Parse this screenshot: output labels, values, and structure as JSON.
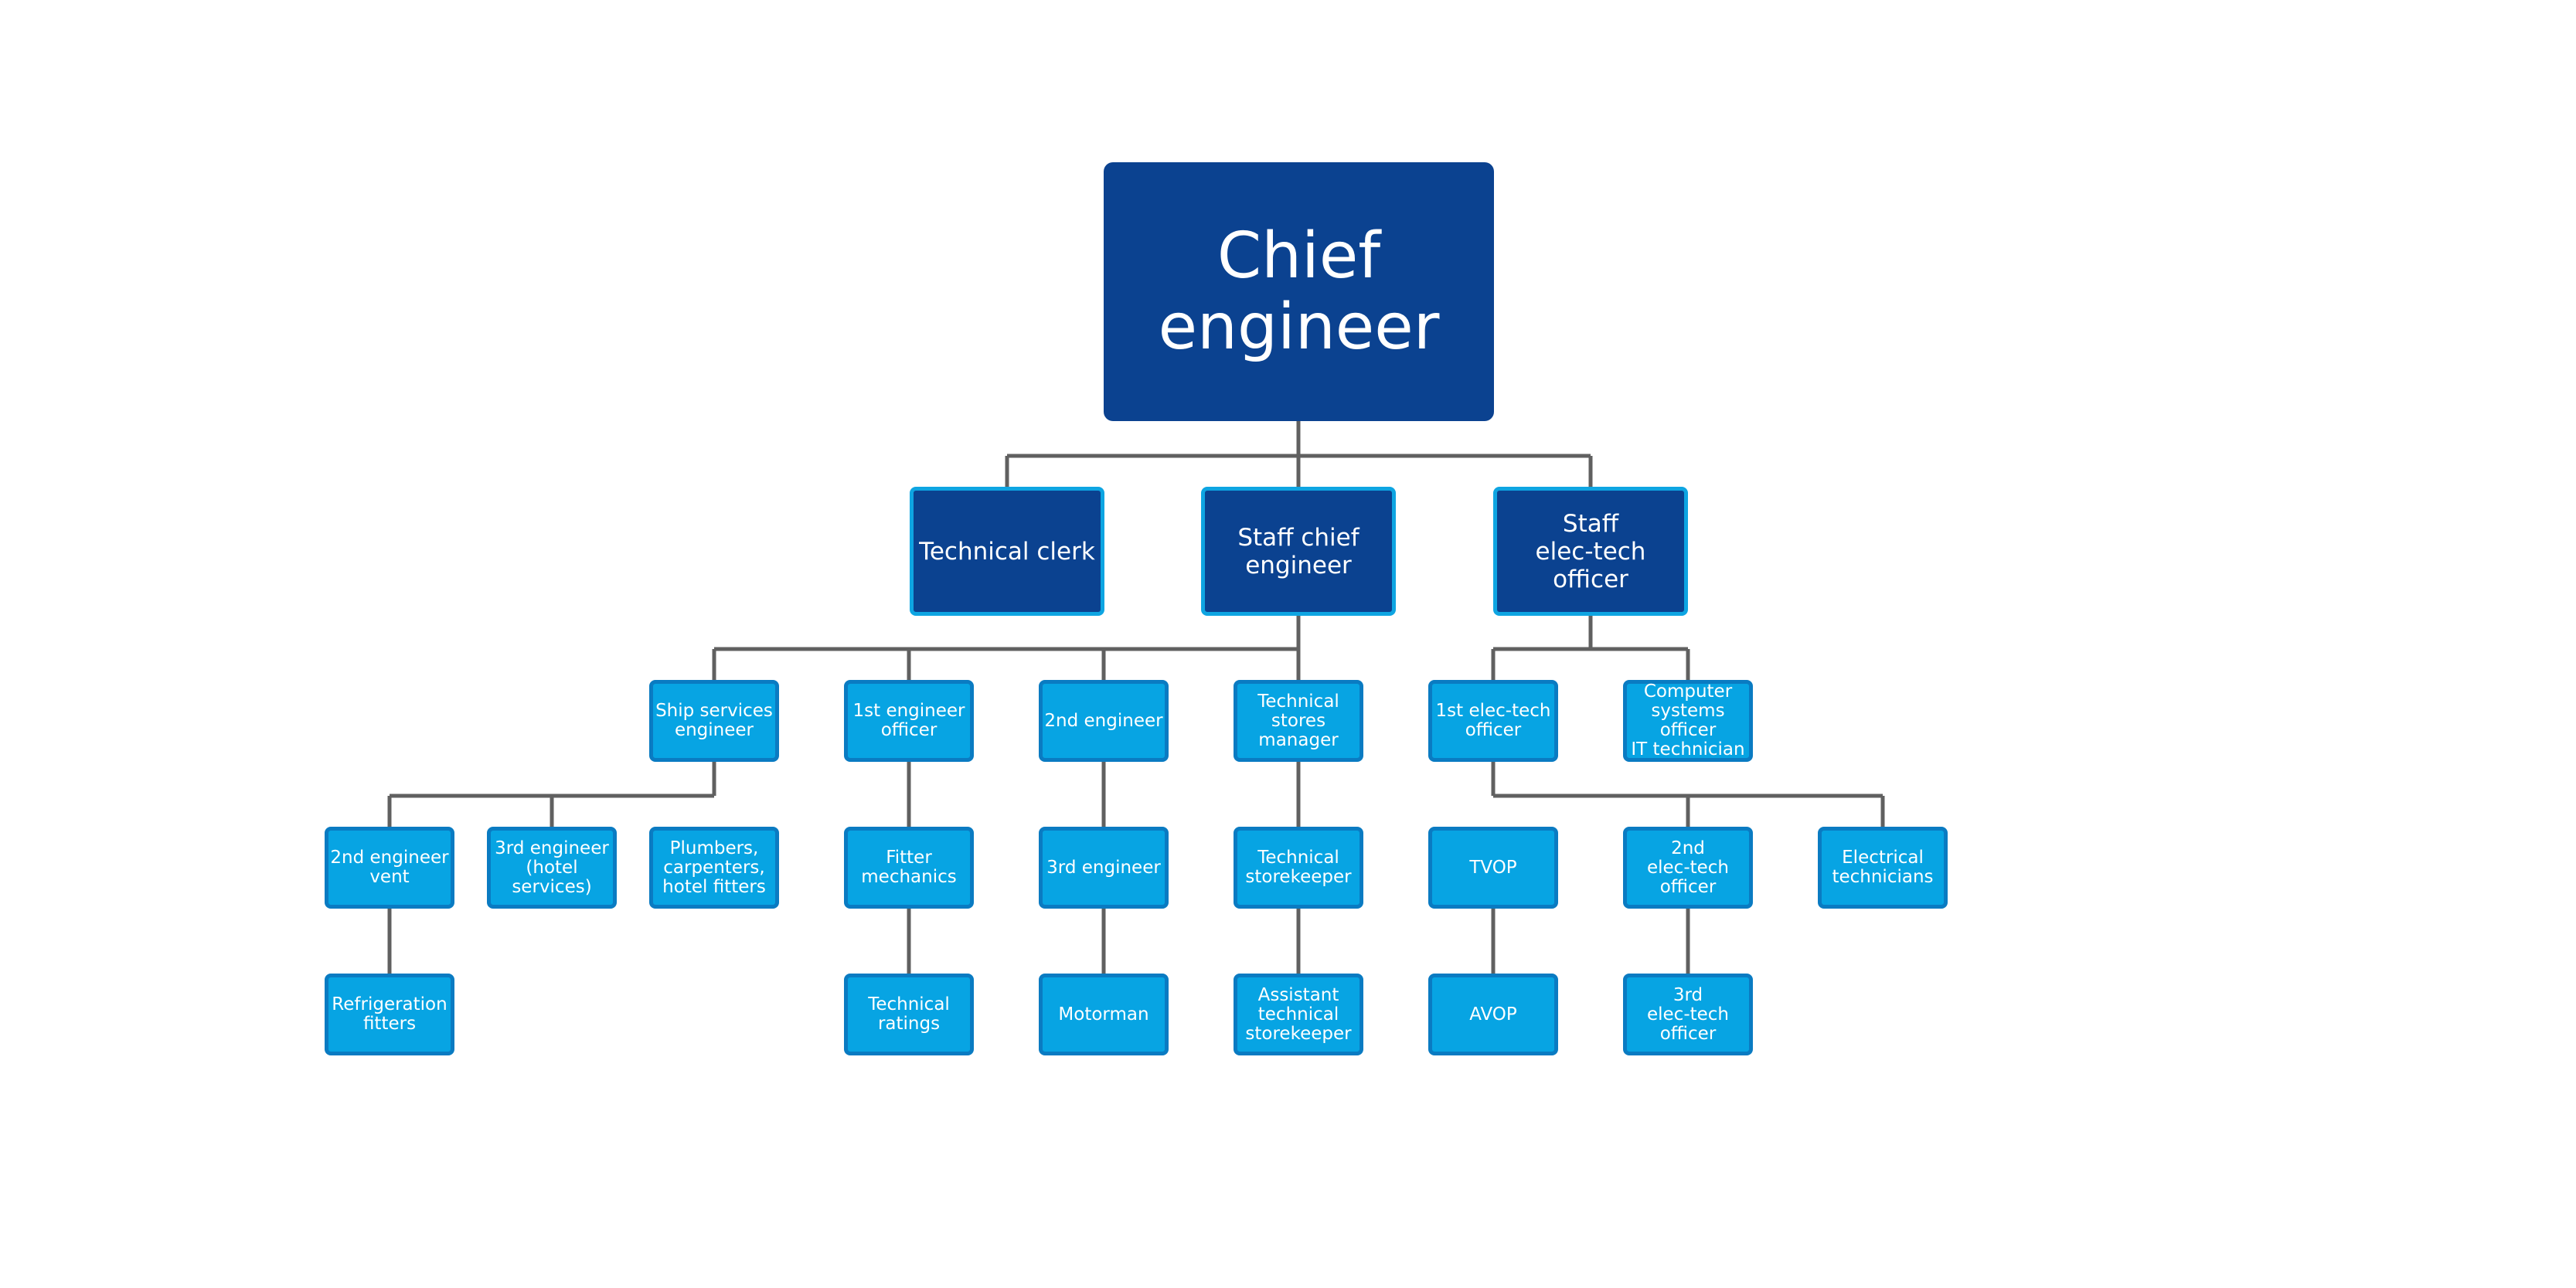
{
  "org_chart": {
    "root": "Chief\nengineer",
    "technical_clerk": "Technical clerk",
    "staff_chief_engineer": "Staff chief\nengineer",
    "staff_elec_tech_officer": "Staff\nelec-tech\nofficer",
    "ship_services_engineer": "Ship services\nengineer",
    "first_engineer_officer": "1st engineer\nofficer",
    "second_engineer": "2nd engineer",
    "technical_stores_manager": "Technical\nstores\nmanager",
    "first_elec_tech_officer": "1st elec-tech\nofficer",
    "computer_systems_officer": "Computer\nsystems officer\nIT technician",
    "second_engineer_vent": "2nd engineer\nvent",
    "third_engineer_hotel": "3rd engineer\n(hotel\nservices)",
    "plumbers": "Plumbers,\ncarpenters,\nhotel fitters",
    "fitter_mechanics": "Fitter\nmechanics",
    "third_engineer": "3rd engineer",
    "technical_storekeeper": "Technical\nstorekeeper",
    "tvop": "TVOP",
    "second_elec_tech_officer": "2nd\nelec-tech\nofficer",
    "electrical_technicians": "Electrical\ntechnicians",
    "refrigeration_fitters": "Refrigeration\nfitters",
    "technical_ratings": "Technical\nratings",
    "motorman": "Motorman",
    "assistant_technical_storekeeper": "Assistant\ntechnical\nstorekeeper",
    "avop": "AVOP",
    "third_elec_tech_officer": "3rd\nelec-tech\nofficer"
  }
}
